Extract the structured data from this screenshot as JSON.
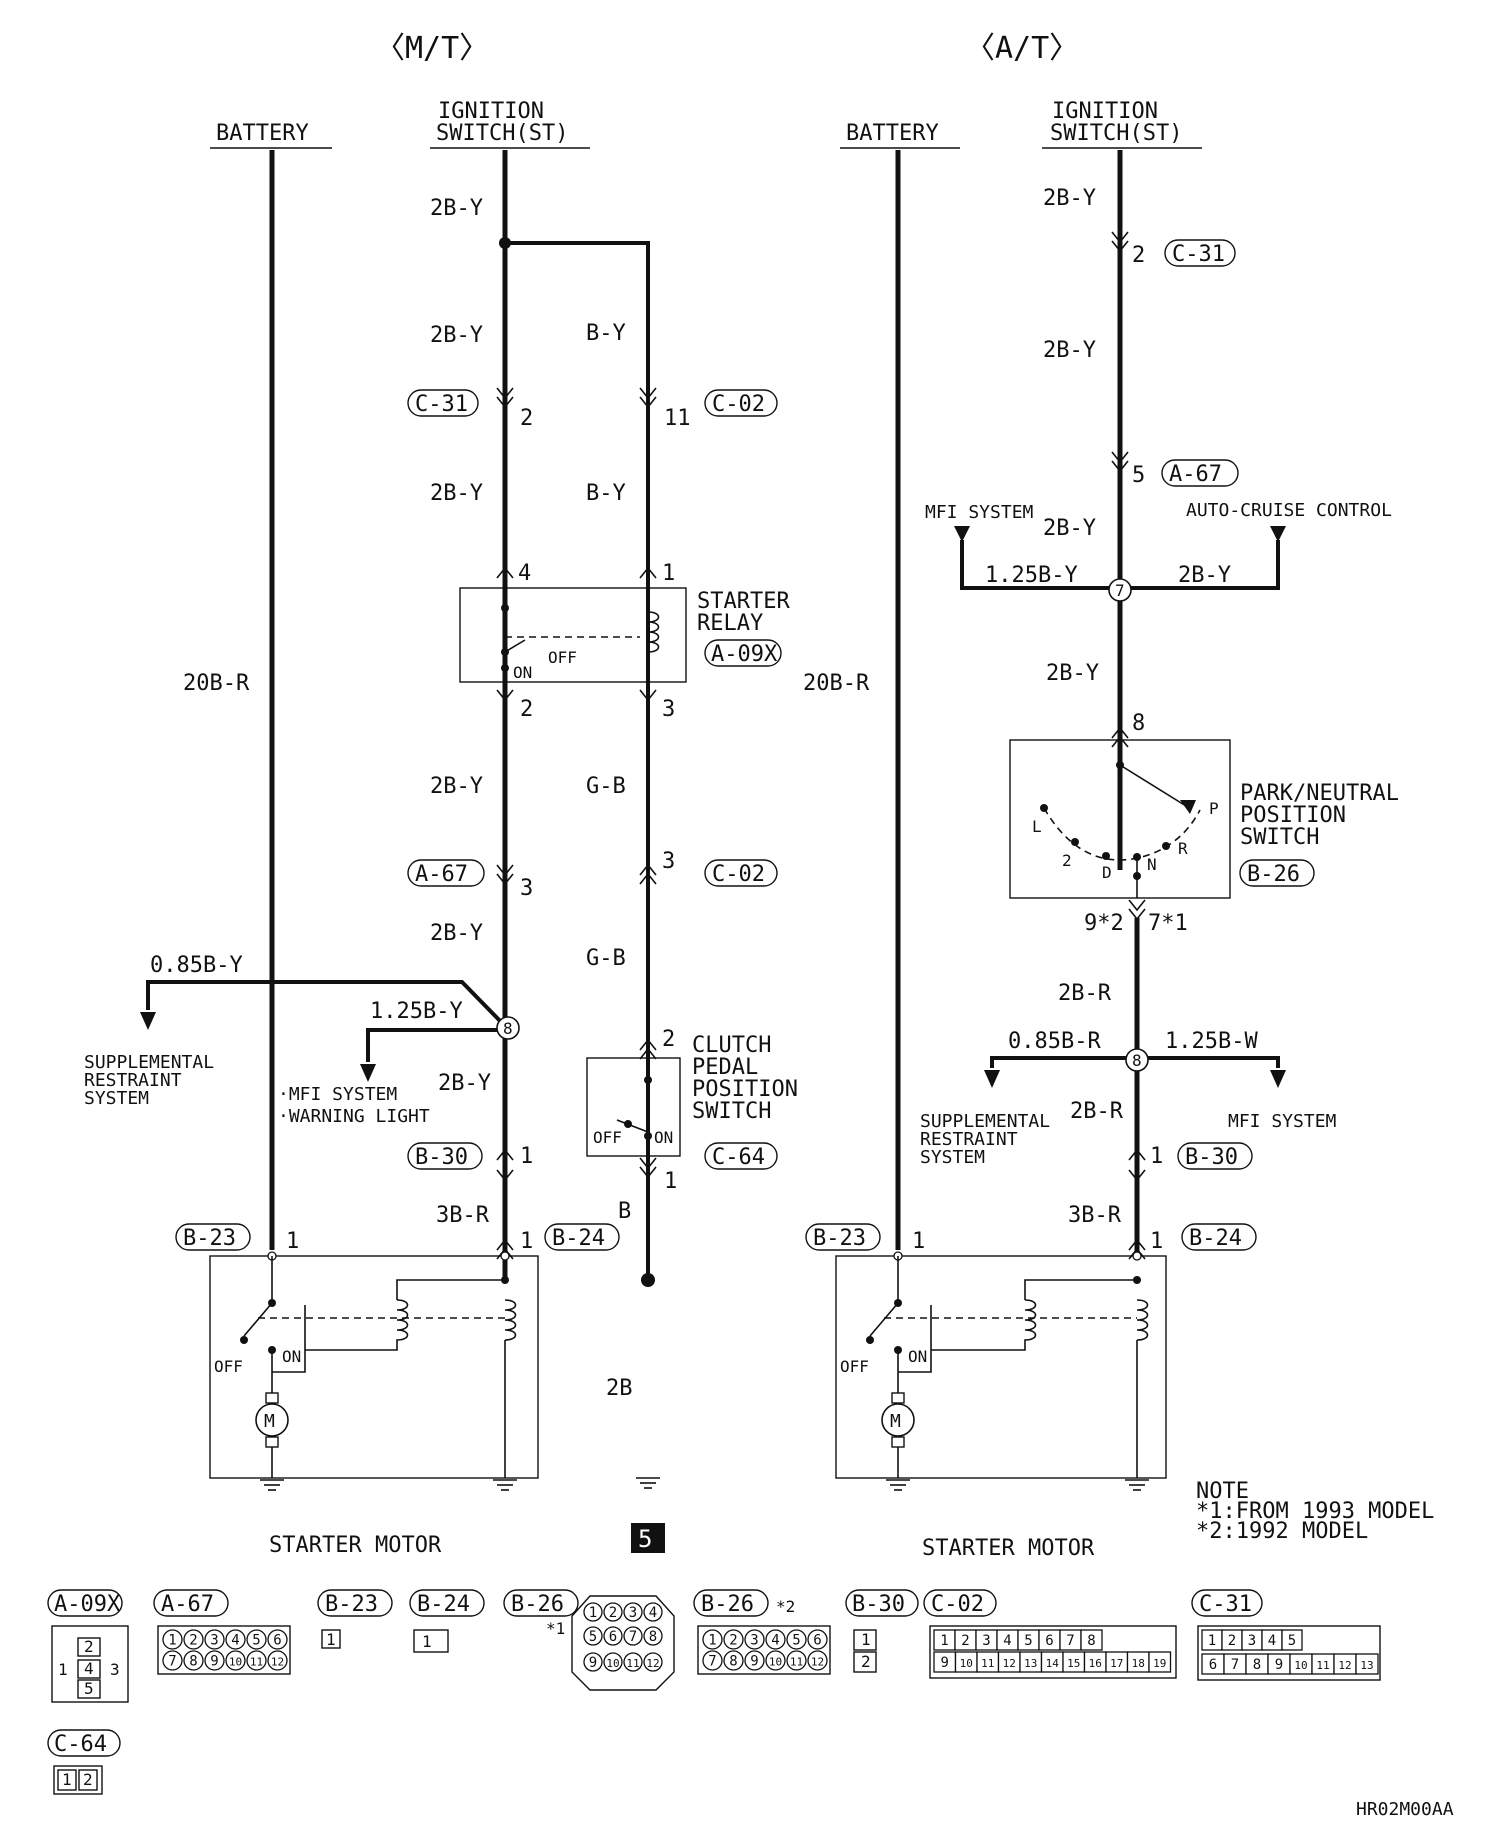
{
  "headers": {
    "mt": "〈M/T〉",
    "at": "〈A/T〉"
  },
  "sources": {
    "battery": "BATTERY",
    "ignition_l1": "IGNITION",
    "ignition_l2": "SWITCH(ST)"
  },
  "wires": {
    "b2y": "2B-Y",
    "by": "B-Y",
    "gb": "G-B",
    "r20b": "20B-R",
    "b085y": "0.85B-Y",
    "b125y": "1.25B-Y",
    "b3r": "3B-R",
    "b": "B",
    "b2": "2B",
    "b2r": "2B-R",
    "b085r": "0.85B-R",
    "b125w": "1.25B-W"
  },
  "connectors": {
    "c31": "C-31",
    "c02": "C-02",
    "a67": "A-67",
    "a09x": "A-09X",
    "b30": "B-30",
    "b23": "B-23",
    "b24": "B-24",
    "c64": "C-64",
    "b26": "B-26"
  },
  "pins": {
    "p1": "1",
    "p2": "2",
    "p3": "3",
    "p4": "4",
    "p5": "5",
    "p7": "7",
    "p8": "8",
    "p11": "11",
    "p9s2": "9*2",
    "p7s1": "7*1"
  },
  "components": {
    "starter_relay_l1": "STARTER",
    "starter_relay_l2": "RELAY",
    "clutch_l1": "CLUTCH",
    "clutch_l2": "PEDAL",
    "clutch_l3": "POSITION",
    "clutch_l4": "SWITCH",
    "pn_l1": "PARK/NEUTRAL",
    "pn_l2": "POSITION",
    "pn_l3": "SWITCH",
    "starter_motor": "STARTER MOTOR",
    "off": "OFF",
    "on": "ON",
    "motor": "M",
    "pn_positions": {
      "p": "P",
      "r": "R",
      "n": "N",
      "d": "D",
      "two": "2",
      "l": "L"
    }
  },
  "branches": {
    "srs_l1": "SUPPLEMENTAL",
    "srs_l2": "RESTRAINT",
    "srs_l3": "SYSTEM",
    "mfi_warn_l1": "·MFI SYSTEM",
    "mfi_warn_l2": "·WARNING LIGHT",
    "mfi_system": "MFI SYSTEM",
    "auto_cruise": "AUTO-CRUISE CONTROL"
  },
  "junctions": {
    "j7": "7",
    "j8": "8"
  },
  "ground_label": "5",
  "note": {
    "title": "NOTE",
    "n1": "*1:FROM 1993 MODEL",
    "n2": "*2:1992 MODEL"
  },
  "connector_views": {
    "a09x_pins": [
      "2",
      "1",
      "4",
      "3",
      "5"
    ],
    "a67_row1": [
      "1",
      "2",
      "3",
      "4",
      "5",
      "6"
    ],
    "a67_row2": [
      "7",
      "8",
      "9",
      "10",
      "11",
      "12"
    ],
    "b23_pin": "1",
    "b24_pin": "1",
    "b26_star1": "*1",
    "b26_star2": "*2",
    "b26a_pins": [
      "1",
      "2",
      "3",
      "4",
      "5",
      "6",
      "7",
      "8",
      "9",
      "10",
      "11",
      "12"
    ],
    "b26b_row1": [
      "1",
      "2",
      "3",
      "4",
      "5",
      "6"
    ],
    "b26b_row2": [
      "7",
      "8",
      "9",
      "10",
      "11",
      "12"
    ],
    "b30_pins": [
      "1",
      "2"
    ],
    "c02_row1": [
      "1",
      "2",
      "3",
      "4",
      "5",
      "6",
      "7",
      "8"
    ],
    "c02_row2": [
      "9",
      "10",
      "11",
      "12",
      "13",
      "14",
      "15",
      "16",
      "17",
      "18",
      "19"
    ],
    "c31_row1": [
      "1",
      "2",
      "3",
      "4",
      "5"
    ],
    "c31_row2": [
      "6",
      "7",
      "8",
      "9",
      "10",
      "11",
      "12",
      "13"
    ],
    "c64_pins": [
      "1",
      "2"
    ]
  },
  "doc_code": "HR02M00AA"
}
